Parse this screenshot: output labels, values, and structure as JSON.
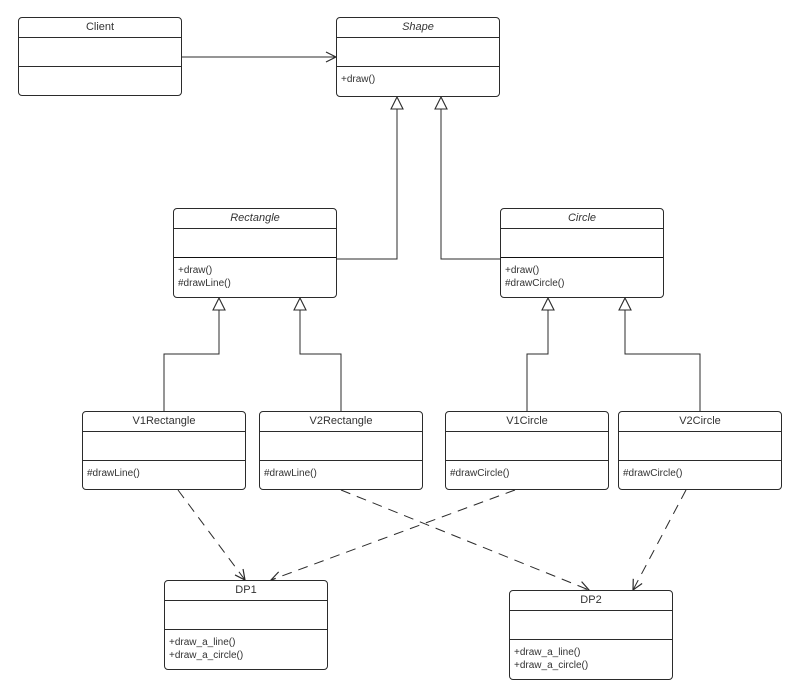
{
  "classes": {
    "client": {
      "name": "Client",
      "operations": []
    },
    "shape": {
      "name": "Shape",
      "operations": [
        "+draw()"
      ]
    },
    "rectangle": {
      "name": "Rectangle",
      "operations": [
        "+draw()",
        "#drawLine()"
      ]
    },
    "circle": {
      "name": "Circle",
      "operations": [
        "+draw()",
        "#drawCircle()"
      ]
    },
    "v1rectangle": {
      "name": "V1Rectangle",
      "operations": [
        "#drawLine()"
      ]
    },
    "v2rectangle": {
      "name": "V2Rectangle",
      "operations": [
        "#drawLine()"
      ]
    },
    "v1circle": {
      "name": "V1Circle",
      "operations": [
        "#drawCircle()"
      ]
    },
    "v2circle": {
      "name": "V2Circle",
      "operations": [
        "#drawCircle()"
      ]
    },
    "dp1": {
      "name": "DP1",
      "operations": [
        "+draw_a_line()",
        "+draw_a_circle()"
      ]
    },
    "dp2": {
      "name": "DP2",
      "operations": [
        "+draw_a_line()",
        "+draw_a_circle()"
      ]
    }
  },
  "relationships": [
    {
      "type": "association",
      "from": "Client",
      "to": "Shape"
    },
    {
      "type": "generalization",
      "from": "Rectangle",
      "to": "Shape"
    },
    {
      "type": "generalization",
      "from": "Circle",
      "to": "Shape"
    },
    {
      "type": "generalization",
      "from": "V1Rectangle",
      "to": "Rectangle"
    },
    {
      "type": "generalization",
      "from": "V2Rectangle",
      "to": "Rectangle"
    },
    {
      "type": "generalization",
      "from": "V1Circle",
      "to": "Circle"
    },
    {
      "type": "generalization",
      "from": "V2Circle",
      "to": "Circle"
    },
    {
      "type": "dependency",
      "from": "V1Rectangle",
      "to": "DP1"
    },
    {
      "type": "dependency",
      "from": "V1Circle",
      "to": "DP1"
    },
    {
      "type": "dependency",
      "from": "V2Rectangle",
      "to": "DP2"
    },
    {
      "type": "dependency",
      "from": "V2Circle",
      "to": "DP2"
    }
  ],
  "colors": {
    "line": "#2b2b2b",
    "text": "#333333",
    "background": "#ffffff"
  }
}
